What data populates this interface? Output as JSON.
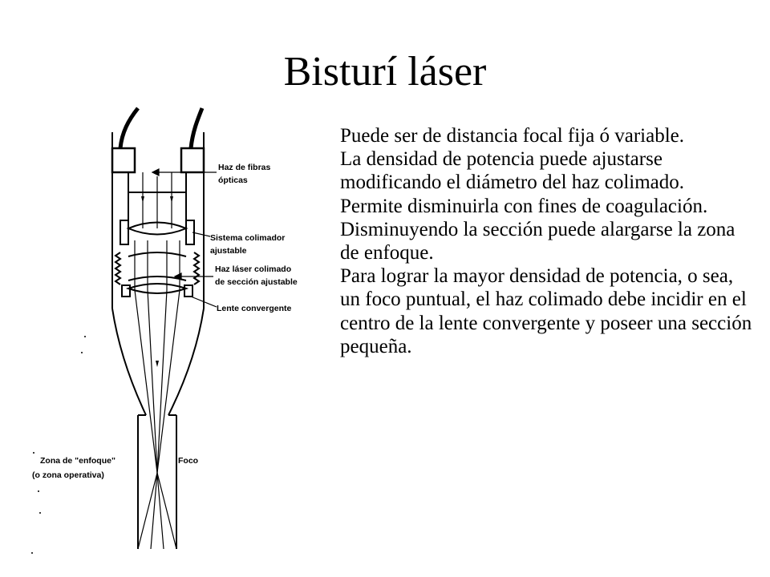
{
  "title": "Bisturí láser",
  "paragraphs": [
    "Puede ser de distancia focal fija ó variable.",
    "La densidad de potencia puede ajustarse modificando el diámetro del haz colimado.",
    "Permite disminuirla con fines de coagulación.",
    "Disminuyendo la sección puede alargarse la zona de enfoque.",
    "Para lograr la mayor densidad de potencia, o sea, un foco puntual, el haz colimado debe incidir en el centro de la lente convergente y poseer una sección pequeña."
  ],
  "diagram_labels": {
    "fibras_1": "Haz de fibras",
    "fibras_2": "ópticas",
    "colimador_1": "Sistema colimador",
    "colimador_2": "ajustable",
    "haz_colimado_1": "Haz láser colimado",
    "haz_colimado_2": "de sección ajustable",
    "lente": "Lente convergente",
    "zona_1": "Zona de \"enfoque\"",
    "zona_2": "(o zona operativa)",
    "foco": "Foco"
  }
}
